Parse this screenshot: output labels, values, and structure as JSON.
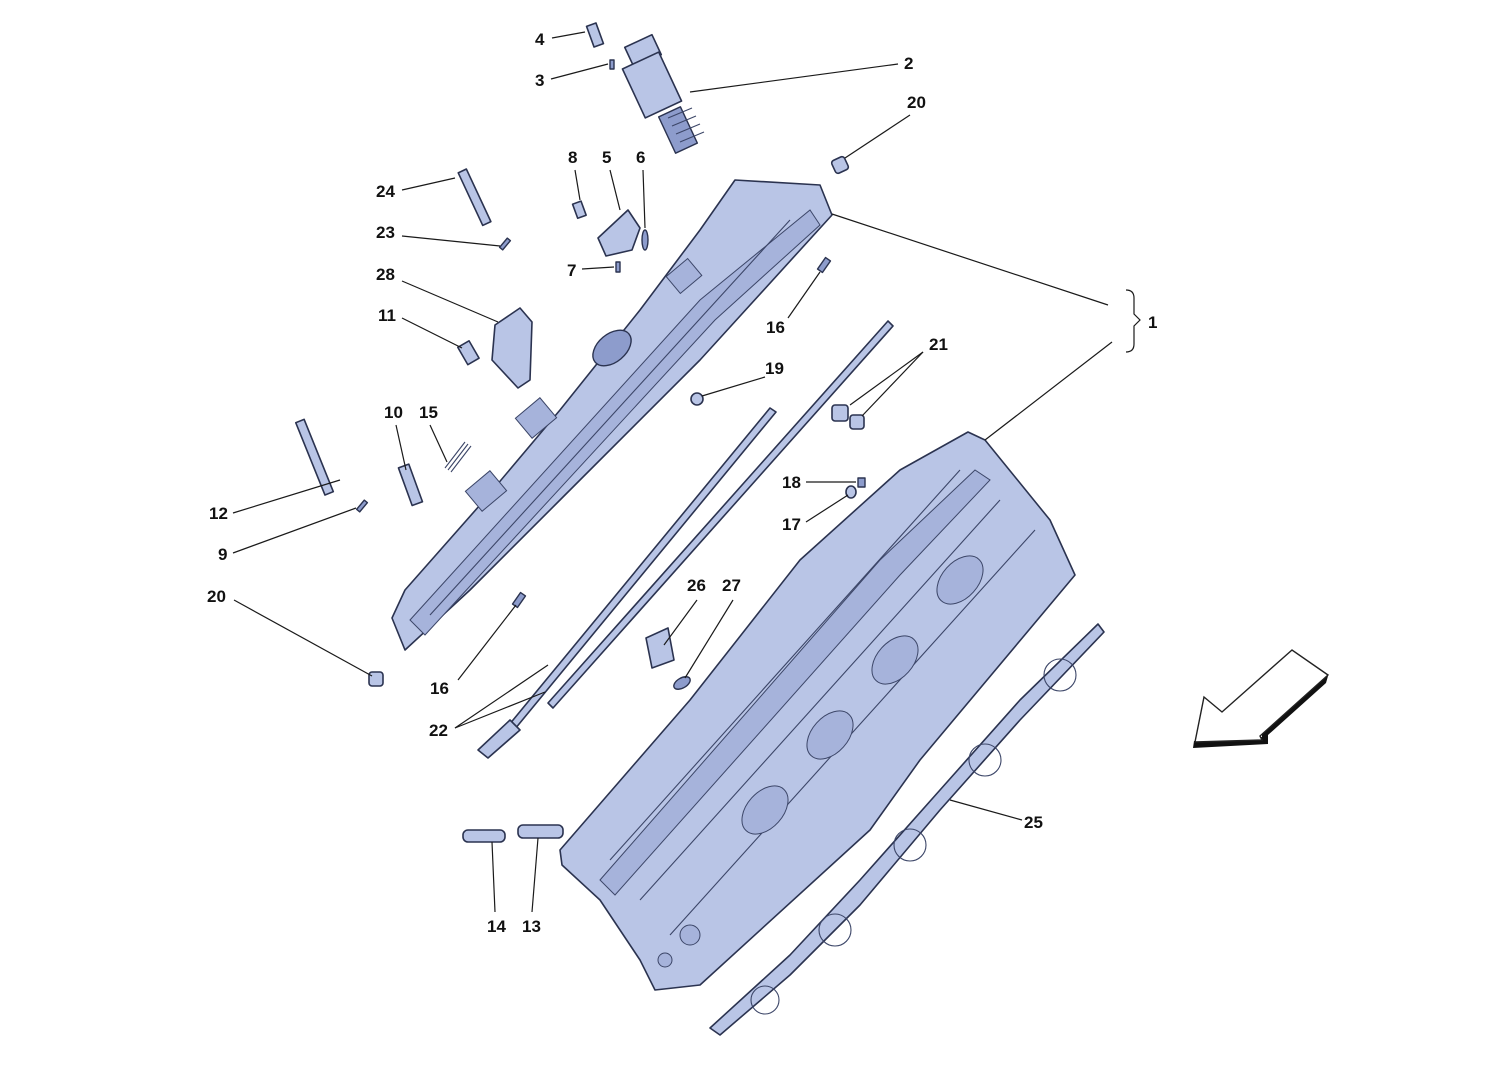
{
  "diagram": {
    "callouts": [
      {
        "id": "c1",
        "text": "1"
      },
      {
        "id": "c2",
        "text": "2"
      },
      {
        "id": "c3",
        "text": "3"
      },
      {
        "id": "c4",
        "text": "4"
      },
      {
        "id": "c5",
        "text": "5"
      },
      {
        "id": "c6",
        "text": "6"
      },
      {
        "id": "c7",
        "text": "7"
      },
      {
        "id": "c8",
        "text": "8"
      },
      {
        "id": "c9",
        "text": "9"
      },
      {
        "id": "c10",
        "text": "10"
      },
      {
        "id": "c11",
        "text": "11"
      },
      {
        "id": "c12",
        "text": "12"
      },
      {
        "id": "c13",
        "text": "13"
      },
      {
        "id": "c14",
        "text": "14"
      },
      {
        "id": "c15",
        "text": "15"
      },
      {
        "id": "c16a",
        "text": "16"
      },
      {
        "id": "c16b",
        "text": "16"
      },
      {
        "id": "c17",
        "text": "17"
      },
      {
        "id": "c18",
        "text": "18"
      },
      {
        "id": "c19",
        "text": "19"
      },
      {
        "id": "c20a",
        "text": "20"
      },
      {
        "id": "c20b",
        "text": "20"
      },
      {
        "id": "c21",
        "text": "21"
      },
      {
        "id": "c22",
        "text": "22"
      },
      {
        "id": "c23",
        "text": "23"
      },
      {
        "id": "c24",
        "text": "24"
      },
      {
        "id": "c25",
        "text": "25"
      },
      {
        "id": "c26",
        "text": "26"
      },
      {
        "id": "c27",
        "text": "27"
      },
      {
        "id": "c28",
        "text": "28"
      }
    ],
    "colors": {
      "part_fill": "#b9c5e6",
      "part_outline": "#2b3350",
      "label": "#111111"
    }
  }
}
